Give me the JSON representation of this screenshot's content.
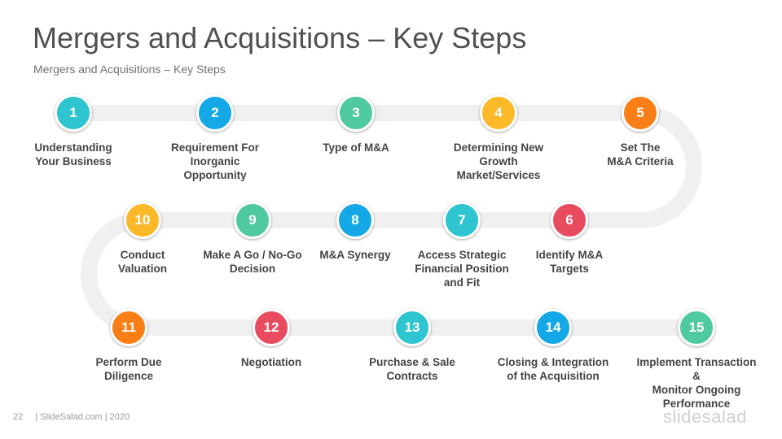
{
  "slide": {
    "title": "Mergers and Acquisitions – Key Steps",
    "subtitle": "Mergers and Acquisitions – Key Steps",
    "page_number": "22",
    "footer_text": "| SlideSalad.com | 2020",
    "logo_text": "slidesalad"
  },
  "colors": {
    "track": "#f0f0f0",
    "text": "#444444",
    "teal": "#2ec4d0",
    "blue": "#14a8e6",
    "green": "#4ec9a0",
    "yellow": "#fbb829",
    "orange": "#f97e16",
    "red": "#e84a5f"
  },
  "steps": [
    {
      "number": "1",
      "label": "Understanding\nYour Business",
      "color": "#2ec4d0"
    },
    {
      "number": "2",
      "label": "Requirement For\nInorganic\nOpportunity",
      "color": "#14a8e6"
    },
    {
      "number": "3",
      "label": "Type of M&A",
      "color": "#4ec9a0"
    },
    {
      "number": "4",
      "label": "Determining New\nGrowth\nMarket/Services",
      "color": "#fbb829"
    },
    {
      "number": "5",
      "label": "Set The\nM&A Criteria",
      "color": "#f97e16"
    },
    {
      "number": "6",
      "label": "Identify M&A\nTargets",
      "color": "#e84a5f"
    },
    {
      "number": "7",
      "label": "Access Strategic\nFinancial Position\nand Fit",
      "color": "#2ec4d0"
    },
    {
      "number": "8",
      "label": "M&A Synergy",
      "color": "#14a8e6"
    },
    {
      "number": "9",
      "label": "Make A Go / No-Go\nDecision",
      "color": "#4ec9a0"
    },
    {
      "number": "10",
      "label": "Conduct\nValuation",
      "color": "#fbb829"
    },
    {
      "number": "11",
      "label": "Perform Due\nDiligence",
      "color": "#f97e16"
    },
    {
      "number": "12",
      "label": "Negotiation",
      "color": "#e84a5f"
    },
    {
      "number": "13",
      "label": "Purchase & Sale\nContracts",
      "color": "#2ec4d0"
    },
    {
      "number": "14",
      "label": "Closing & Integration\nof the Acquisition",
      "color": "#14a8e6"
    },
    {
      "number": "15",
      "label": "Implement Transaction &\nMonitor Ongoing\nPerformance",
      "color": "#4ec9a0"
    }
  ]
}
